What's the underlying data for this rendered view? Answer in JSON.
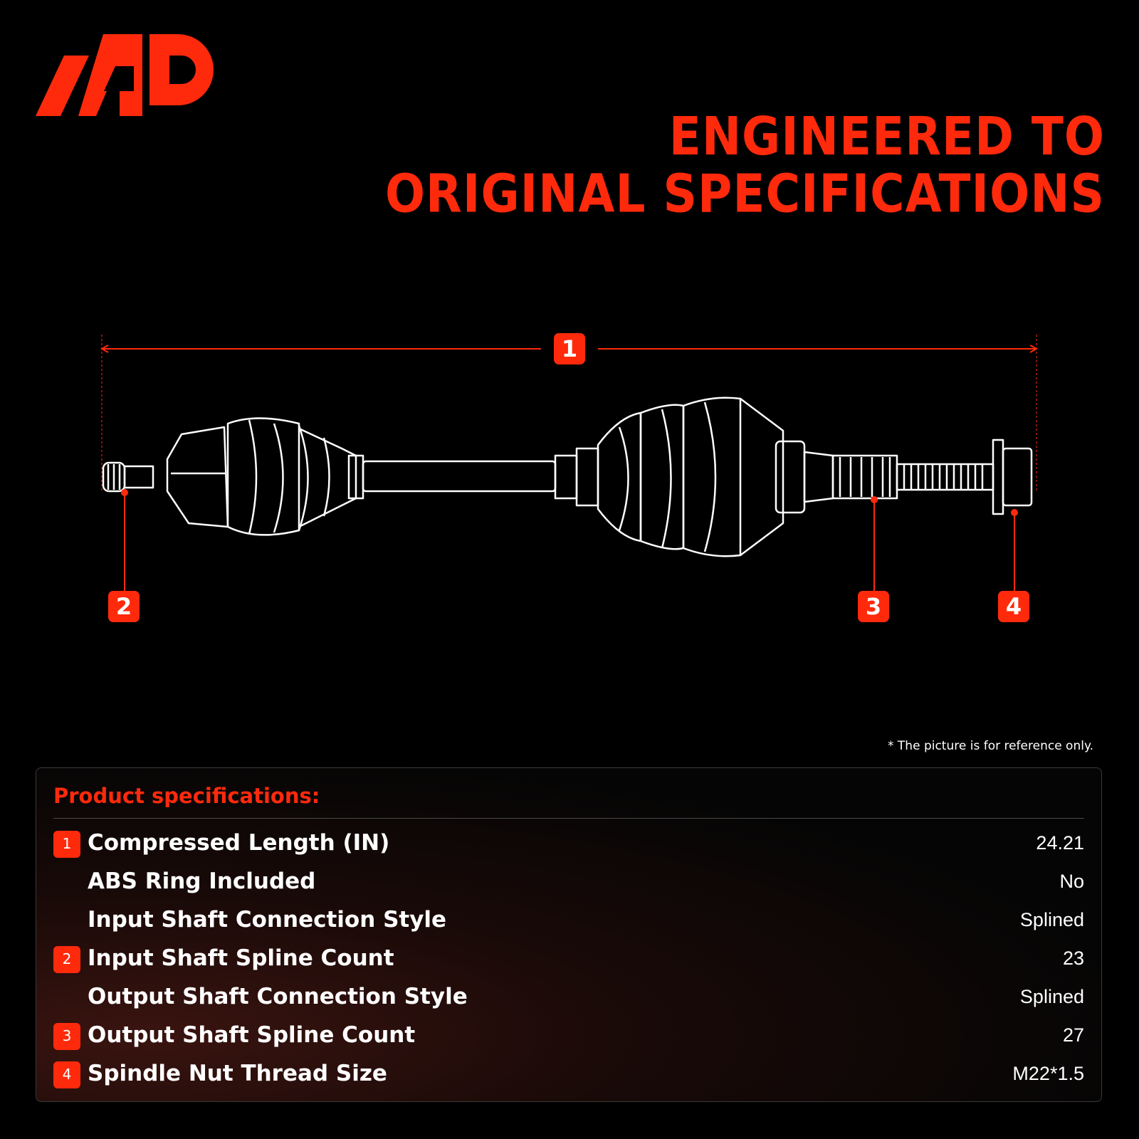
{
  "headline": {
    "line1": "ENGINEERED TO",
    "line2": "ORIGINAL SPECIFICATIONS"
  },
  "diagram": {
    "callouts": [
      "1",
      "2",
      "3",
      "4"
    ]
  },
  "disclaimer": "* The picture is for reference only.",
  "specs": {
    "title": "Product specifications:",
    "rows": [
      {
        "num": "1",
        "label": "Compressed Length (IN)",
        "value": "24.21"
      },
      {
        "num": "",
        "label": "ABS Ring Included",
        "value": "No"
      },
      {
        "num": "",
        "label": "Input Shaft Connection Style",
        "value": "Splined"
      },
      {
        "num": "2",
        "label": "Input Shaft Spline Count",
        "value": "23"
      },
      {
        "num": "",
        "label": "Output Shaft Connection Style",
        "value": "Splined"
      },
      {
        "num": "3",
        "label": "Output Shaft Spline Count",
        "value": "27"
      },
      {
        "num": "4",
        "label": "Spindle Nut Thread Size",
        "value": "M22*1.5"
      }
    ]
  },
  "colors": {
    "accent": "#ff2a0c",
    "background": "#000000",
    "text": "#ffffff"
  },
  "icons": [
    "brand-logo-icon",
    "cv-axle-illustration"
  ]
}
